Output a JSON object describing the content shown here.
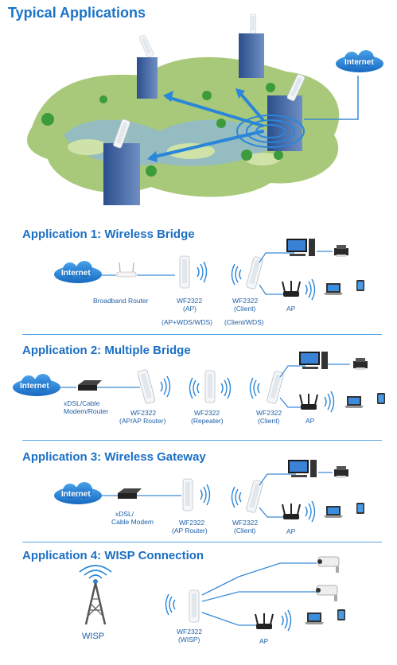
{
  "title": "Typical Applications",
  "hero": {
    "internet_label": "Internet"
  },
  "apps": [
    {
      "heading": "Application 1: Wireless Bridge",
      "internet": "Internet",
      "router": "Broadband Router",
      "device1": [
        "WF2322",
        "(AP)",
        "(AP+WDS/WDS)"
      ],
      "device2": [
        "WF2322",
        "(Client)",
        "(Client/WDS)"
      ],
      "ap": "AP"
    },
    {
      "heading": "Application 2: Multiple Bridge",
      "internet": "Internet",
      "modem": [
        "xDSL/Cable",
        "Modem/Router"
      ],
      "device1": [
        "WF2322",
        "(AP/AP Router)"
      ],
      "device2": [
        "WF2322",
        "(Repeater)"
      ],
      "device3": [
        "WF2322",
        "(Client)"
      ],
      "ap": "AP"
    },
    {
      "heading": "Application 3: Wireless Gateway",
      "internet": "Internet",
      "modem": [
        "xDSL/",
        "Cable Modem"
      ],
      "device1": [
        "WF2322",
        "(AP Router)"
      ],
      "device2": [
        "WF2322",
        "(Client)"
      ],
      "ap": "AP"
    },
    {
      "heading": "Application 4: WISP Connection",
      "wisp": "WISP",
      "device1": [
        "WF2322",
        "(WISP)"
      ],
      "ap": "AP"
    }
  ],
  "colors": {
    "heading": "#1b6fc4",
    "cloud": "#1f7fd3",
    "line": "#3a8ad6",
    "label": "#1d5fa7"
  }
}
